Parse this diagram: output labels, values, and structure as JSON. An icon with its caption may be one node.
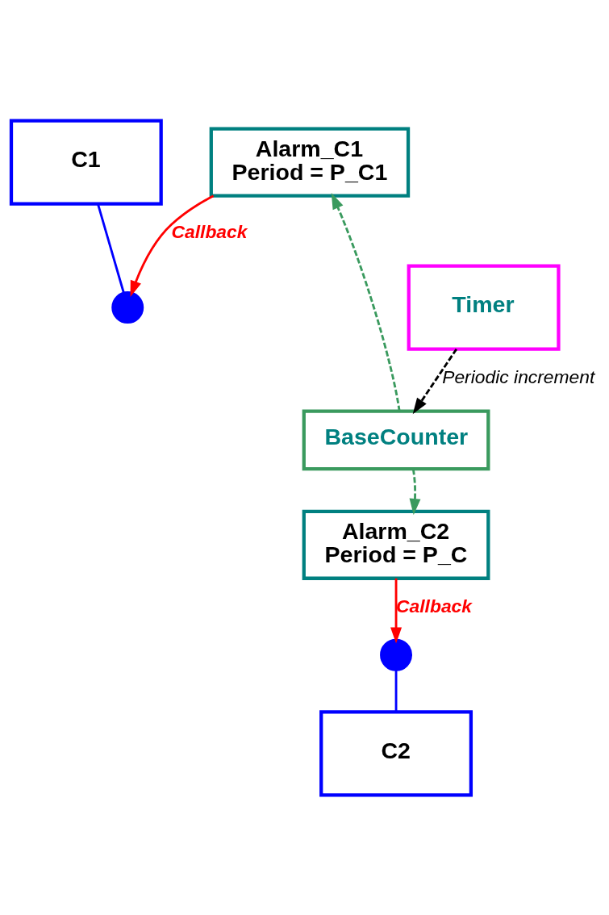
{
  "diagram": {
    "nodes": [
      {
        "text": [
          "C1"
        ]
      },
      {
        "text": [],
        "shape": "circle"
      },
      {
        "text": [
          "Timer"
        ]
      },
      {
        "text": [
          "Alarm_C1",
          "Period = P_C1"
        ]
      },
      {
        "text": [
          "BaseCounter"
        ]
      },
      {
        "text": [
          "Alarm_C2",
          "Period = P_C"
        ]
      },
      {
        "text": [],
        "shape": "circle"
      },
      {
        "text": [
          "C2"
        ]
      }
    ],
    "edges": [
      {
        "from": 0,
        "to": 1,
        "arrow": "none",
        "color": "#0000ff"
      },
      {
        "from": 3,
        "to": 1,
        "arrow": "to",
        "label": "Callback",
        "color": "#ff0000"
      },
      {
        "from": 2,
        "to": 4,
        "arrow": "to",
        "label": "Periodic increment",
        "style": "dashed",
        "color": "#000000"
      },
      {
        "from": 4,
        "to": 3,
        "arrow": "to",
        "style": "dashed",
        "color": "#3a9a5e"
      },
      {
        "from": 4,
        "to": 5,
        "arrow": "to",
        "style": "dashed",
        "color": "#3a9a5e"
      },
      {
        "from": 5,
        "to": 6,
        "arrow": "to",
        "label": "Callback",
        "color": "#ff0000"
      },
      {
        "from": 6,
        "to": 7,
        "arrow": "none",
        "color": "#0000ff"
      }
    ]
  }
}
